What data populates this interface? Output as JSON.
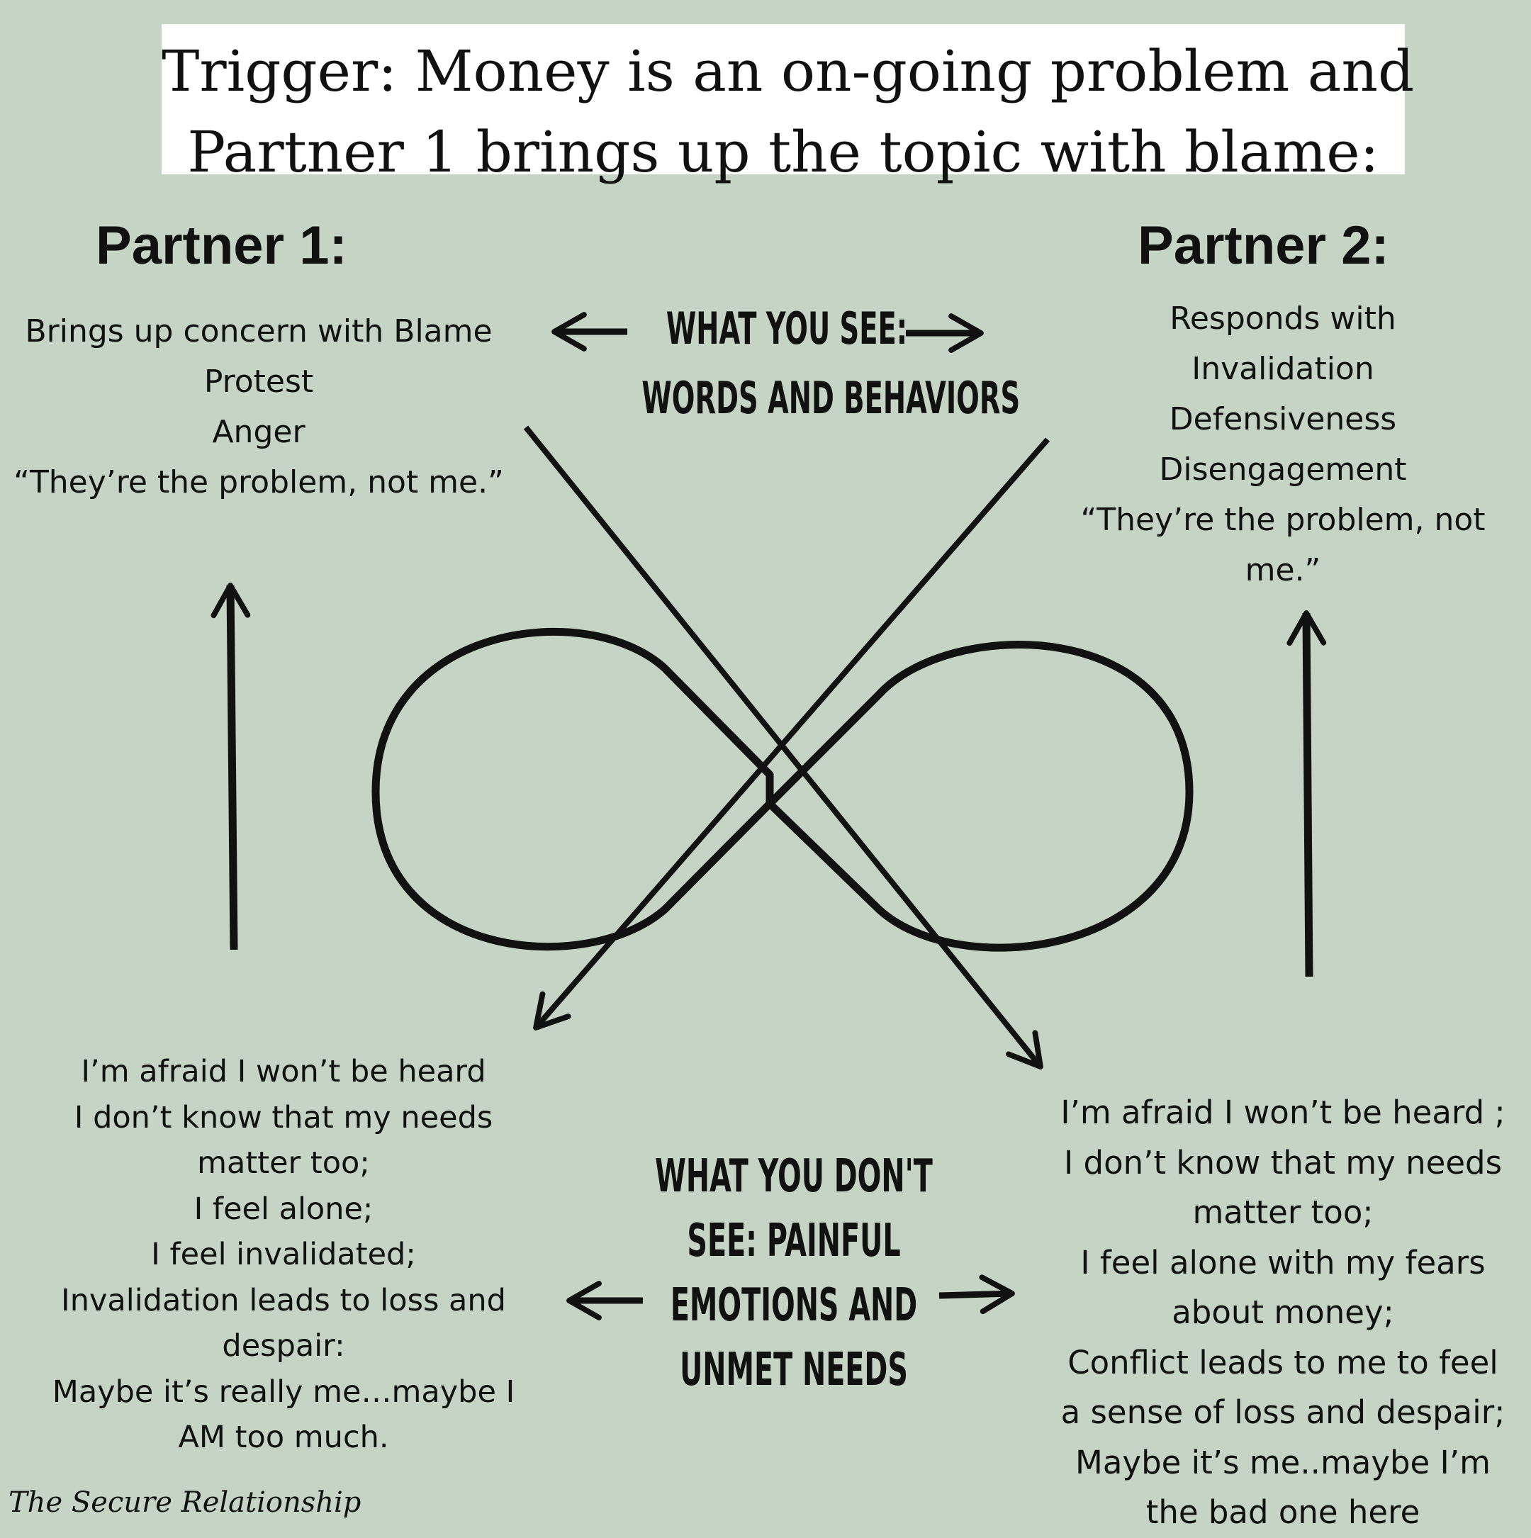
{
  "title": {
    "line1": "Trigger: Money is an on-going problem and",
    "line2": "Partner 1 brings up the topic with blame:"
  },
  "partner1": {
    "heading": "Partner 1:",
    "behaviors": [
      "Brings up concern with Blame",
      "Protest",
      "Anger",
      "“They’re the problem, not me.”"
    ],
    "feelings": [
      "I’m afraid I won’t be heard",
      "I don’t know that my needs",
      "matter too;",
      "I feel alone;",
      "I feel invalidated;",
      "Invalidation leads to loss and",
      "despair:",
      "Maybe it’s really me…maybe I",
      "AM too much."
    ]
  },
  "partner2": {
    "heading": "Partner 2:",
    "behaviors": [
      "Responds with",
      "Invalidation",
      "Defensiveness",
      "Disengagement",
      "“They’re the problem, not",
      "me.”"
    ],
    "feelings": [
      "I’m afraid I won’t be heard ;",
      "I don’t know that my needs",
      "matter too;",
      "I feel alone with my fears",
      "about money;",
      "Conflict leads to me to feel",
      "a sense of loss and despair;",
      "Maybe it’s me..maybe I’m",
      "the bad one here"
    ]
  },
  "what_you_see": {
    "line1": "WHAT YOU SEE:",
    "line2": "WORDS AND BEHAVIORS"
  },
  "what_you_dont_see": {
    "lines": [
      "WHAT YOU DON'T",
      "SEE: PAINFUL",
      "EMOTIONS AND",
      "UNMET NEEDS"
    ]
  },
  "brand": {
    "name": "The Secure Relationship",
    "icon": "tree-icon"
  },
  "colors": {
    "background": "#c5d4c5",
    "title_box": "#ffffff",
    "ink": "#111111"
  }
}
